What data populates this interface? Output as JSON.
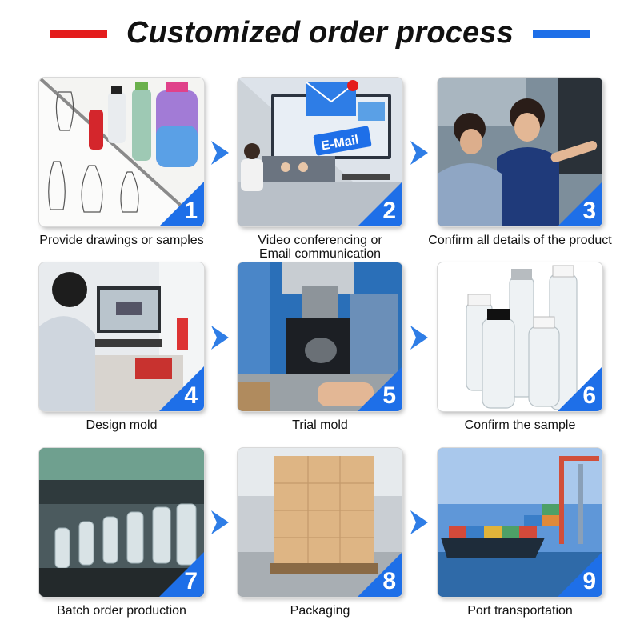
{
  "title": "Customized order process",
  "colors": {
    "accent_blue": "#1e6fe8",
    "accent_red": "#e41c1c",
    "arrow": "#2e7de6"
  },
  "steps": [
    {
      "number": "1",
      "label": "Provide drawings or samples"
    },
    {
      "number": "2",
      "label_line1": "Video conferencing or",
      "label_line2": "Email communication",
      "email_text": "E-Mail"
    },
    {
      "number": "3",
      "label": "Confirm all details of the product"
    },
    {
      "number": "4",
      "label": "Design mold"
    },
    {
      "number": "5",
      "label": "Trial mold"
    },
    {
      "number": "6",
      "label": "Confirm the sample"
    },
    {
      "number": "7",
      "label": "Batch order production"
    },
    {
      "number": "8",
      "label": "Packaging"
    },
    {
      "number": "9",
      "label": "Port transportation"
    }
  ]
}
